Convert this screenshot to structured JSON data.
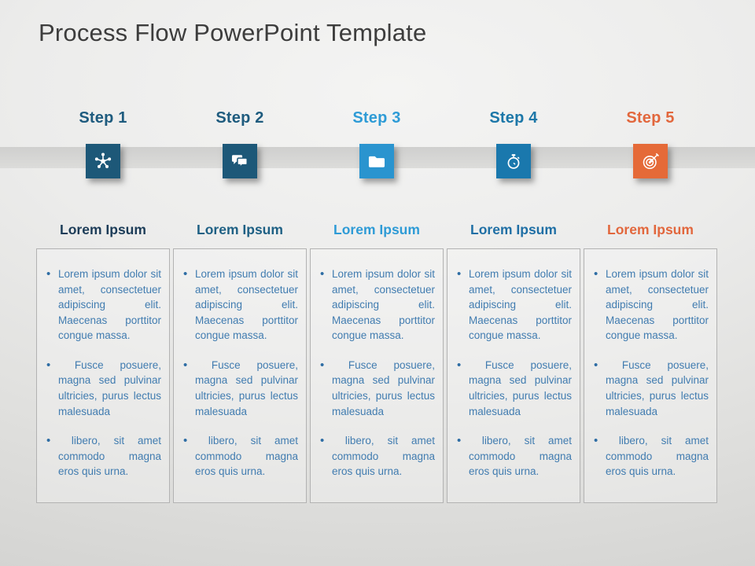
{
  "slide": {
    "title": "Process Flow PowerPoint Template",
    "background_color": "#e6e6e4",
    "band_color": "#d6d6d5",
    "body_text_color": "#417cb0"
  },
  "steps": [
    {
      "label": "Step 1",
      "label_color": "#1e5b7e",
      "icon": "network-hub-icon",
      "icon_bg": "#1d5878",
      "card_title": "Lorem Ipsum",
      "card_title_color": "#1c3c58",
      "bullets": [
        "Lorem ipsum dolor sit amet, consectetuer adipiscing elit. Maecenas porttitor congue massa.",
        " Fusce posuere, magna sed pulvinar ultricies, purus lectus malesuada",
        " libero, sit amet commodo  magna eros quis urna."
      ]
    },
    {
      "label": "Step 2",
      "label_color": "#1e5b7e",
      "icon": "chat-bubbles-icon",
      "icon_bg": "#1d5878",
      "card_title": "Lorem Ipsum",
      "card_title_color": "#1e6084",
      "bullets": [
        "Lorem ipsum dolor sit amet, consectetuer adipiscing elit. Maecenas porttitor congue massa.",
        " Fusce posuere, magna sed pulvinar ultricies, purus lectus malesuada",
        " libero, sit amet commodo  magna eros quis urna."
      ]
    },
    {
      "label": "Step 3",
      "label_color": "#2e9bd6",
      "icon": "folder-icon",
      "icon_bg": "#2a94cf",
      "card_title": "Lorem Ipsum",
      "card_title_color": "#2e9bd6",
      "bullets": [
        "Lorem ipsum dolor sit amet, consectetuer adipiscing elit. Maecenas porttitor congue massa.",
        " Fusce posuere, magna sed pulvinar ultricies, purus lectus malesuada",
        " libero, sit amet commodo  magna eros quis urna."
      ]
    },
    {
      "label": "Step 4",
      "label_color": "#1c77a8",
      "icon": "stopwatch-icon",
      "icon_bg": "#1a78ad",
      "card_title": "Lorem Ipsum",
      "card_title_color": "#1f6fa5",
      "bullets": [
        "Lorem ipsum dolor sit amet, consectetuer adipiscing elit. Maecenas porttitor congue massa.",
        " Fusce posuere, magna sed pulvinar ultricies, purus lectus malesuada",
        " libero, sit amet commodo  magna eros quis urna."
      ]
    },
    {
      "label": "Step 5",
      "label_color": "#e2673d",
      "icon": "target-arrow-icon",
      "icon_bg": "#e56a38",
      "card_title": "Lorem Ipsum",
      "card_title_color": "#e2673d",
      "bullets": [
        "Lorem ipsum dolor sit amet, consectetuer adipiscing elit. Maecenas porttitor congue massa.",
        " Fusce posuere, magna sed pulvinar ultricies, purus lectus malesuada",
        " libero, sit amet commodo  magna eros quis urna."
      ]
    }
  ]
}
